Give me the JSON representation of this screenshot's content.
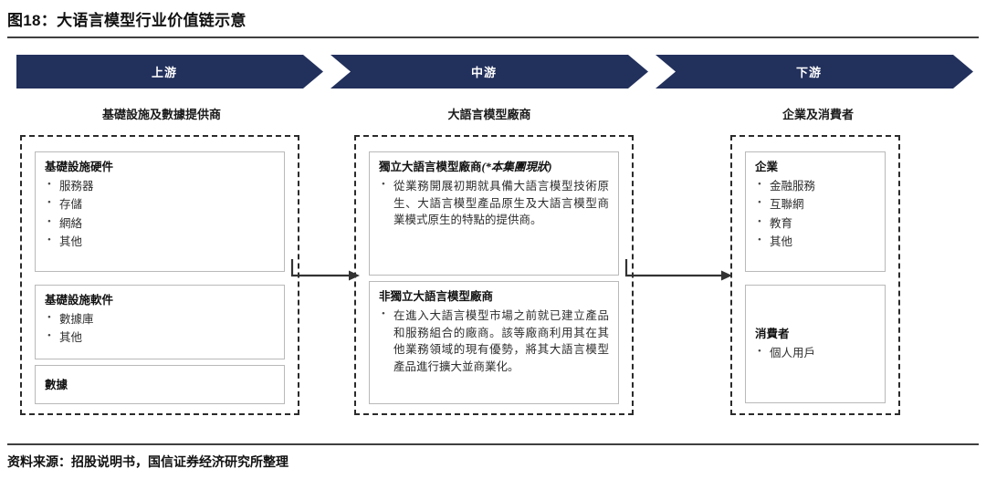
{
  "figure": {
    "title": "图18：大语言模型行业价值链示意",
    "source_note": "资料来源：招股说明书，国信证券经济研究所整理"
  },
  "stages": [
    {
      "banner_label": "上游",
      "subtitle": "基礎設施及數據提供商"
    },
    {
      "banner_label": "中游",
      "subtitle": "大語言模型廠商"
    },
    {
      "banner_label": "下游",
      "subtitle": "企業及消費者"
    }
  ],
  "upstream": {
    "hardware": {
      "heading": "基礎設施硬件",
      "items": [
        "服務器",
        "存儲",
        "網絡",
        "其他"
      ]
    },
    "software": {
      "heading": "基礎設施軟件",
      "items": [
        "數據庫",
        "其他"
      ]
    },
    "data": {
      "heading": "數據"
    }
  },
  "midstream": {
    "independent": {
      "heading_main": "獨立大語言模型廠商",
      "heading_italic": "(*本集團現狀)",
      "items": [
        "從業務開展初期就具備大語言模型技術原生、大語言模型產品原生及大語言模型商業模式原生的特點的提供商。"
      ]
    },
    "non_independent": {
      "heading": "非獨立大語言模型廠商",
      "items": [
        "在進入大語言模型市場之前就已建立產品和服務組合的廠商。該等廠商利用其在其他業務領域的現有優勢，將其大語言模型產品進行擴大並商業化。"
      ]
    }
  },
  "downstream": {
    "enterprise": {
      "heading": "企業",
      "items": [
        "金融服務",
        "互聯網",
        "教育",
        "其他"
      ]
    },
    "consumer": {
      "heading": "消費者",
      "items": [
        "個人用戶"
      ]
    }
  },
  "colors": {
    "banner_navy": "#22305c",
    "banner_text": "#ffffff",
    "dashed_border": "#2b2b2b",
    "card_border": "#b9b9b9",
    "rule": "#3f3f3f"
  }
}
